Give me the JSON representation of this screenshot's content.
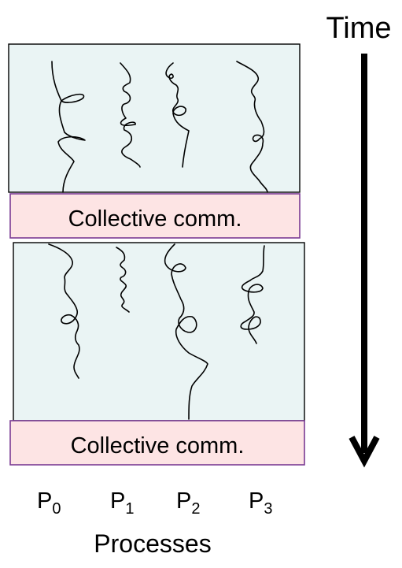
{
  "time_label": "Time",
  "phases": [
    {
      "comm_label": "Collective comm."
    },
    {
      "comm_label": "Collective comm."
    }
  ],
  "processes": [
    {
      "base": "P",
      "sub": "0"
    },
    {
      "base": "P",
      "sub": "1"
    },
    {
      "base": "P",
      "sub": "2"
    },
    {
      "base": "P",
      "sub": "3"
    }
  ],
  "axis_label": "Processes",
  "colors": {
    "compute_fill": "#eaf4f4",
    "compute_border": "#000000",
    "comm_fill": "#fde4e4",
    "comm_border": "#7a3a93",
    "arrow": "#000000"
  }
}
